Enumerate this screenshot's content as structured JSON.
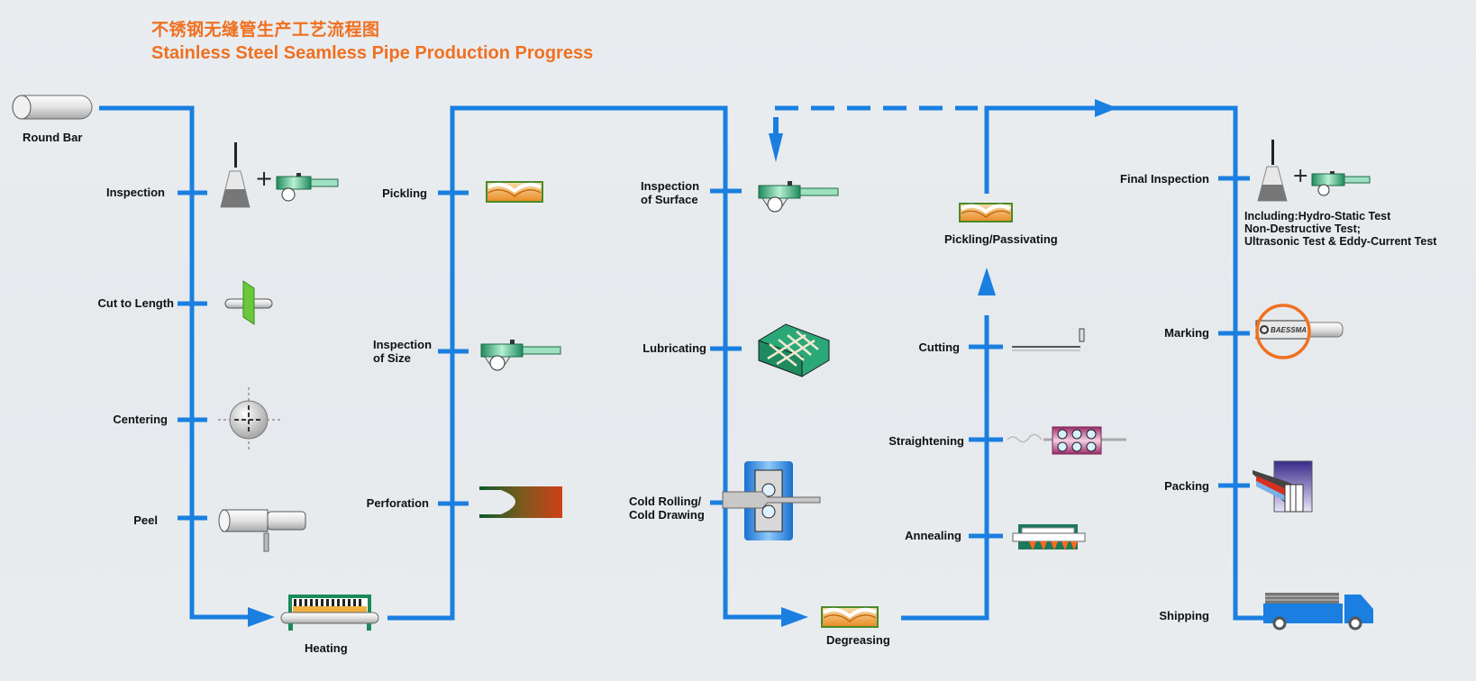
{
  "title": {
    "chinese": "不锈钢无缝管生产工艺流程图",
    "english": "Stainless Steel Seamless Pipe Production Progress"
  },
  "colors": {
    "title": "#f07020",
    "flow_line": "#1a7fe0",
    "label": "#111111",
    "background": "#e8ecef"
  },
  "start": {
    "label": "Round Bar",
    "icon": "round-bar-icon"
  },
  "columns": [
    {
      "steps": [
        {
          "label": "Inspection",
          "icon": "flask-and-caliper-icon"
        },
        {
          "label": "Cut to Length",
          "icon": "saw-cut-icon"
        },
        {
          "label": "Centering",
          "icon": "centering-target-icon"
        },
        {
          "label": "Peel",
          "icon": "peel-pipe-icon"
        }
      ],
      "end": {
        "label": "Heating",
        "icon": "heating-furnace-icon"
      }
    },
    {
      "steps": [
        {
          "label": "Pickling",
          "icon": "pickling-tank-icon"
        },
        {
          "label": "Inspection of Size",
          "line1": "Inspection",
          "line2": "of Size",
          "icon": "caliper-icon"
        },
        {
          "label": "Perforation",
          "icon": "perforation-icon"
        }
      ]
    },
    {
      "steps": [
        {
          "label": "Inspection of Surface",
          "line1": "Inspection",
          "line2": "of Surface",
          "icon": "caliper-icon"
        },
        {
          "label": "Lubricating",
          "icon": "lubricating-tank-icon"
        },
        {
          "label": "Cold Rolling/ Cold Drawing",
          "line1": "Cold Rolling/",
          "line2": "Cold Drawing",
          "icon": "rolling-mill-icon"
        }
      ],
      "end": {
        "label": "Degreasing",
        "icon": "degreasing-tank-icon"
      }
    },
    {
      "steps": [
        {
          "label": "Annealing",
          "icon": "annealing-furnace-icon"
        },
        {
          "label": "Straightening",
          "icon": "straightening-rollers-icon"
        },
        {
          "label": "Cutting",
          "icon": "cutting-icon"
        }
      ],
      "end": {
        "label": "Pickling/Passivating",
        "icon": "pickling-tank-icon"
      }
    },
    {
      "steps": [
        {
          "label": "Final Inspection",
          "icon": "flask-and-caliper-icon"
        },
        {
          "label": "Marking",
          "icon": "marking-pipe-icon"
        },
        {
          "label": "Packing",
          "icon": "packing-bundle-icon"
        },
        {
          "label": "Shipping",
          "icon": "truck-icon"
        }
      ]
    }
  ],
  "final_inspection_note": {
    "line1": "Including:Hydro-Static Test",
    "line2": "Non-Destructive Test;",
    "line3": "Ultrasonic Test & Eddy-Current Test"
  },
  "marking_text": "BAESSMA"
}
